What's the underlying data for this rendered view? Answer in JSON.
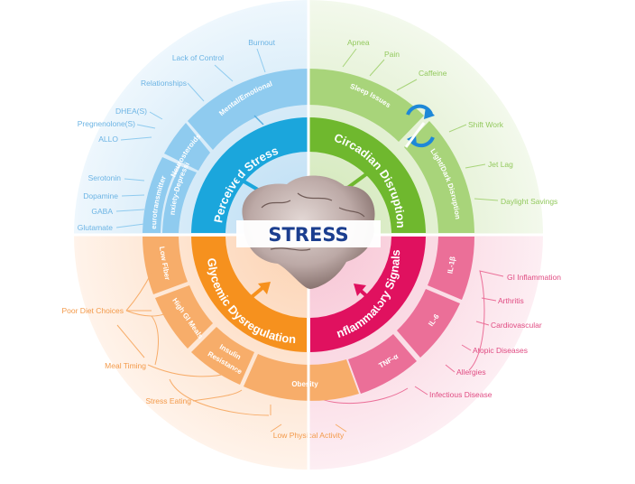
{
  "center": {
    "title": "STRESS"
  },
  "colors": {
    "blue": "#1ba6dc",
    "blue_light": "#8fcbef",
    "green": "#6fb82e",
    "green_light": "#a8d47a",
    "pink": "#e0115f",
    "pink_light": "#eb6f98",
    "orange": "#f6911e",
    "orange_light": "#f7ad6a",
    "navy": "#1b3e8f"
  },
  "quadrants": {
    "perceived_stress": {
      "title": "Perceived Stress",
      "ring_mental": "Mental/Emotional",
      "ring_neurosteroids": "Neurosteroids",
      "ring_neurotransmitters": "Neurotransmitters",
      "ring_anxiety": "Anxiety-Depression",
      "outer": [
        "Burnout",
        "Lack of Control",
        "Relationships"
      ],
      "neurosteroids": [
        "DHEA(S)",
        "Pregnenolone(S)",
        "ALLO"
      ],
      "neurotransmitters": [
        "Serotonin",
        "Dopamine",
        "GABA",
        "Glutamate"
      ]
    },
    "circadian_disruption": {
      "title": "Circadian Disruption",
      "ring_sleep": "Sleep Issues",
      "ring_light": "Light/Dark Disruption",
      "sleep_items": [
        "Apnea",
        "Pain",
        "Caffeine"
      ],
      "light_items": [
        "Shift Work",
        "Jet Lag",
        "Daylight Savings"
      ]
    },
    "inflammatory_signals": {
      "title": "Inflammatory Signals",
      "ring_il1b": "IL-1β",
      "ring_il6": "IL-6",
      "ring_tnf": "TNF-α",
      "outer": [
        "GI Inflammation",
        "Arthritis",
        "Cardiovascular",
        "Atopic Diseases",
        "Allergies",
        "Infectious Disease"
      ]
    },
    "glycemic_dysregulation": {
      "title": "Glycemic Dysregulation",
      "ring_low_fiber": "Low Fiber",
      "ring_high_gi": "High GI Meals",
      "ring_insulin_1": "Insulin",
      "ring_insulin_2": "Resistance",
      "ring_obesity": "Obesity",
      "outer": [
        "Poor Diet Choices",
        "Meal Timing",
        "Stress Eating",
        "Low Physical Activity"
      ]
    }
  }
}
